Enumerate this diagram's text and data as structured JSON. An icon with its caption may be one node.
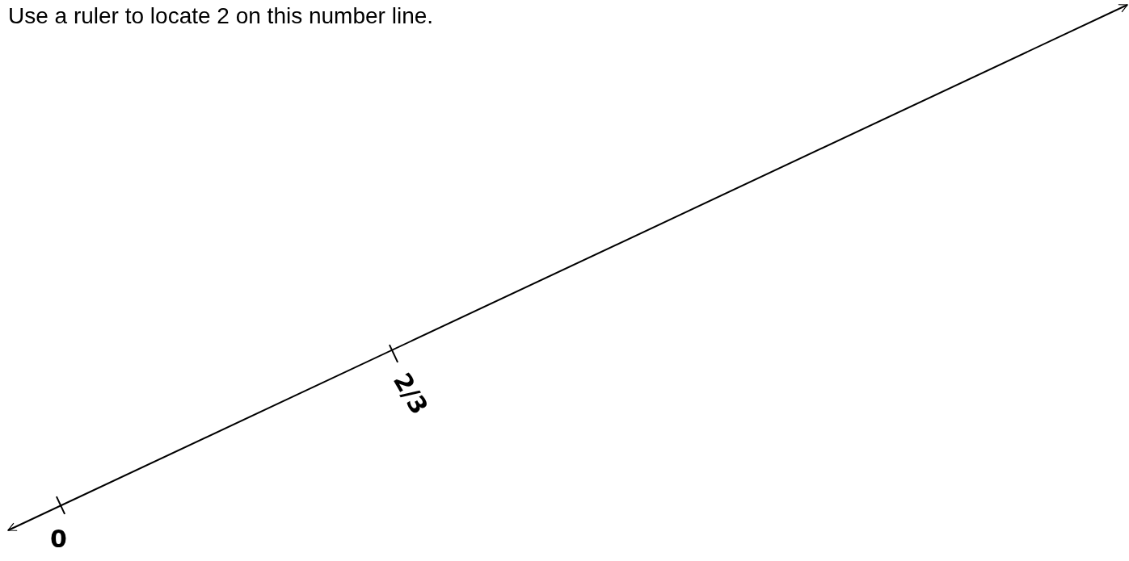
{
  "diagram": {
    "title": "Use a ruler to locate 2 on this number line.",
    "labels": [
      "0",
      "2/3"
    ]
  }
}
